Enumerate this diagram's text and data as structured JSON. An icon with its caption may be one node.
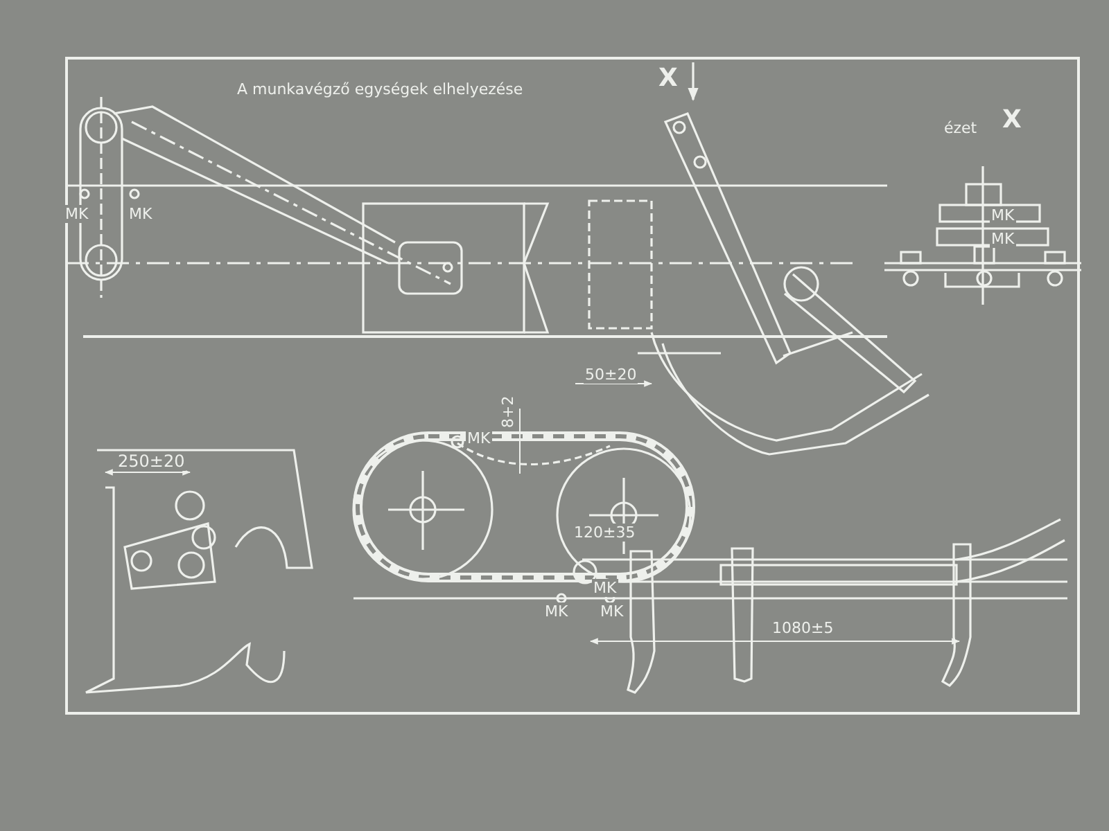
{
  "diagram": {
    "title": "A munkavégző egységek elhelyezése",
    "labels": [
      "X",
      "ézet",
      "X",
      "MK",
      "MK",
      "MK",
      "MK",
      "50±20",
      "MK",
      "8+2",
      "250±20",
      "120±35",
      "MK",
      "MK",
      "MK",
      "1080±5"
    ]
  }
}
